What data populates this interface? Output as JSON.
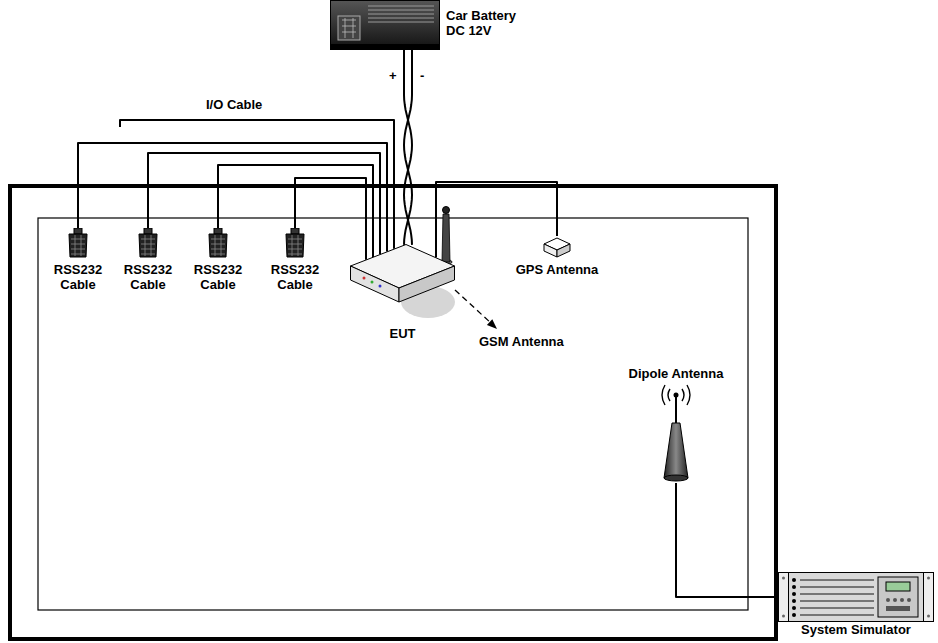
{
  "diagram": {
    "nodes": [
      {
        "text": [
          "Car Battery DC 12V"
        ]
      },
      {
        "text": [
          "RSS232 Cable"
        ]
      },
      {
        "text": [
          "RSS232 Cable"
        ]
      },
      {
        "text": [
          "RSS232 Cable"
        ]
      },
      {
        "text": [
          "RSS232 Cable"
        ]
      },
      {
        "text": [
          "EUT"
        ]
      },
      {
        "text": [
          "GPS Antenna"
        ]
      },
      {
        "text": [
          "Dipole Antenna"
        ]
      },
      {
        "text": [
          "System Simulator"
        ]
      }
    ],
    "edges": [
      {
        "from": 0,
        "to": 5,
        "arrow": "none"
      },
      {
        "from": 1,
        "to": 5,
        "arrow": "none"
      },
      {
        "from": 2,
        "to": 5,
        "arrow": "none"
      },
      {
        "from": 3,
        "to": 5,
        "arrow": "none"
      },
      {
        "from": 4,
        "to": 5,
        "arrow": "none"
      },
      {
        "from": 5,
        "to": 6,
        "arrow": "none"
      },
      {
        "from": 7,
        "to": 8,
        "arrow": "none"
      }
    ],
    "labels": [
      "I/O Cable",
      "+",
      "-",
      "GSM Antenna"
    ]
  }
}
